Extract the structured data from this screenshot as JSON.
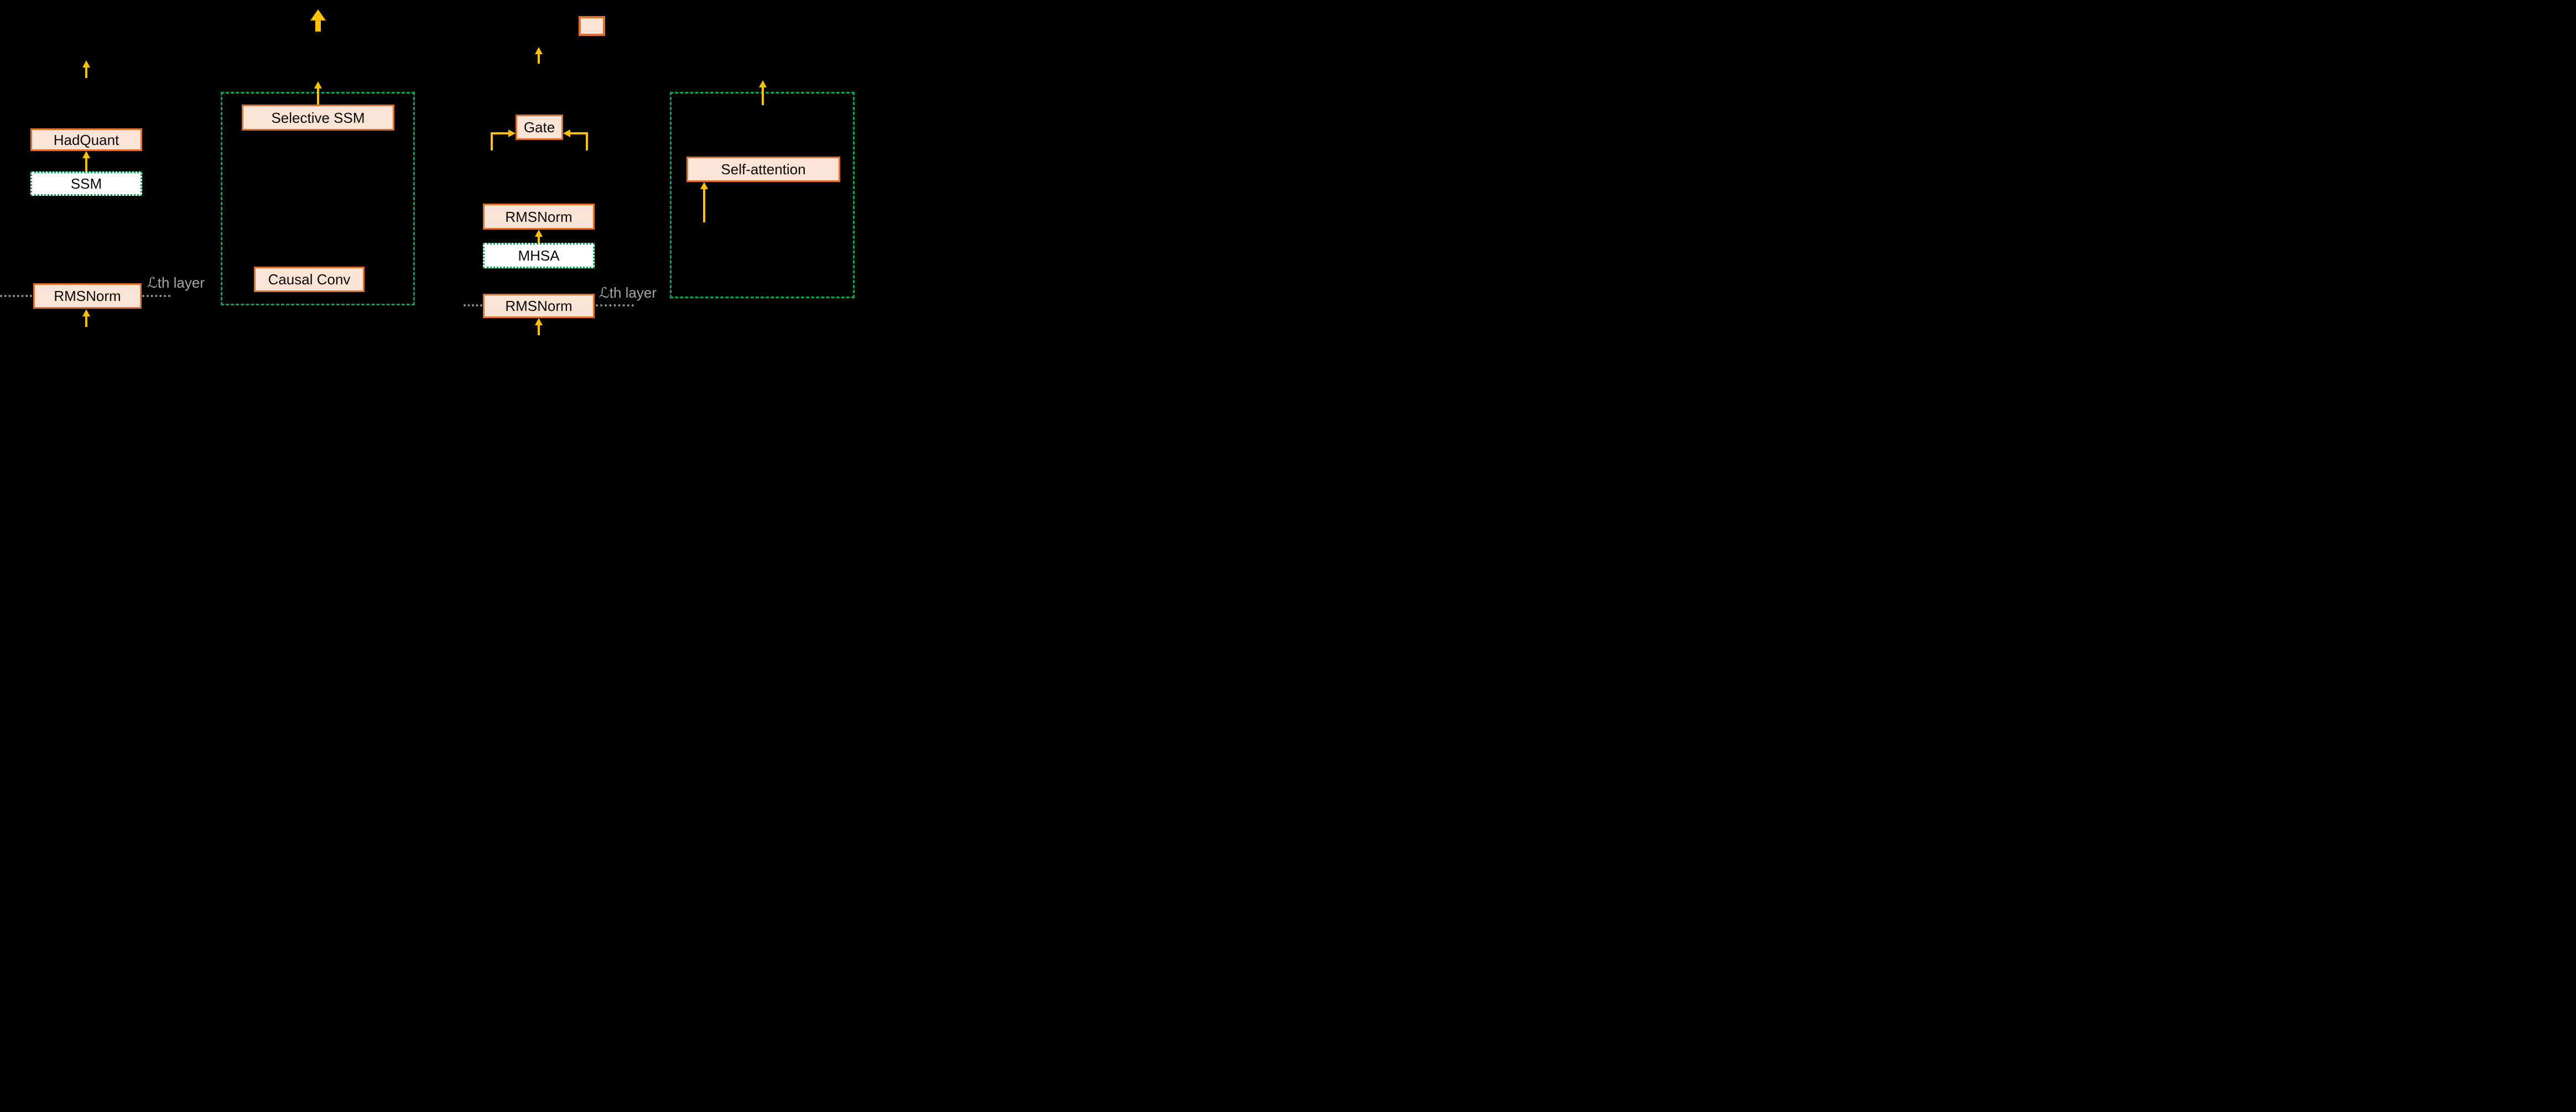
{
  "left_group": {
    "hadquant_label": "HadQuant",
    "ssm_label": "SSM",
    "rmsnorm_label": "RMSNorm",
    "layer_label": "ℒth layer"
  },
  "mamba_group": {
    "selective_ssm_label": "Selective SSM",
    "causal_conv_label": "Causal Conv"
  },
  "attention_group": {
    "gate_label": "Gate",
    "rmsnorm_top_label": "RMSNorm",
    "mhsa_label": "MHSA",
    "rmsnorm_bottom_label": "RMSNorm",
    "layer_label": "ℒth layer"
  },
  "self_attention_group": {
    "self_attention_label": "Self-attention"
  },
  "colors": {
    "background": "#000000",
    "box_fill": "#FAE4D5",
    "box_border": "#E2702D",
    "white_box_fill": "#FFFFFF",
    "arrow": "#FFC000",
    "dashed_green": "#00A651",
    "muted_gray": "#A6A6A6",
    "text": "#0A0A0A"
  }
}
